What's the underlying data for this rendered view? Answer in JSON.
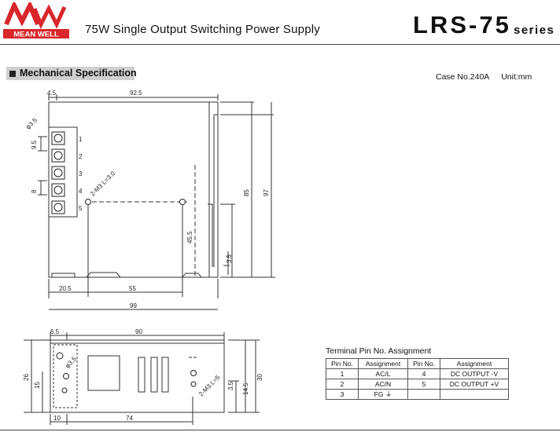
{
  "header": {
    "brand_top": "MW",
    "brand_name": "MEAN WELL",
    "subtitle": "75W Single Output Switching Power Supply",
    "model": "LRS-75",
    "series_word": "series"
  },
  "section_title": "Mechanical Specification",
  "case_info": {
    "case_no": "Case No.240A",
    "unit": "Unit:mm"
  },
  "top_view": {
    "dims": {
      "left_margin": "4.5",
      "width": "92.5",
      "hole_dia": "φ3.5",
      "pitch": "9.5",
      "screw_note": "2-M3 L=3.0",
      "spacing": "8",
      "inner_h": "85",
      "outer_h": "97",
      "hole_h": "45.5",
      "bottom_offset": "3.5",
      "hole_x": "20.5",
      "hole_span": "55",
      "total_w": "99"
    },
    "terminals": [
      "1",
      "2",
      "3",
      "4",
      "5"
    ]
  },
  "side_view": {
    "dims": {
      "left_margin": "6.5",
      "length": "90",
      "hole_dia": "φ3.5",
      "height_inner": "26",
      "hole_h": "15",
      "screw_note": "2-M3 L=5",
      "bottom_offset": "3.5",
      "hole_z": "14.5",
      "height": "30",
      "hole_x": "10",
      "hole_span": "74"
    }
  },
  "terminal_table": {
    "title": "Terminal Pin No.  Assignment",
    "headers": [
      "Pin No.",
      "Assignment",
      "Pin No.",
      "Assignment"
    ],
    "rows": [
      [
        "1",
        "AC/L",
        "4",
        "DC OUTPUT -V"
      ],
      [
        "2",
        "AC/N",
        "5",
        "DC OUTPUT +V"
      ],
      [
        "3",
        "FG ⏚",
        "",
        ""
      ]
    ]
  },
  "colors": {
    "brand_red": "#d8262b",
    "section_gray": "#cfcfcf"
  }
}
